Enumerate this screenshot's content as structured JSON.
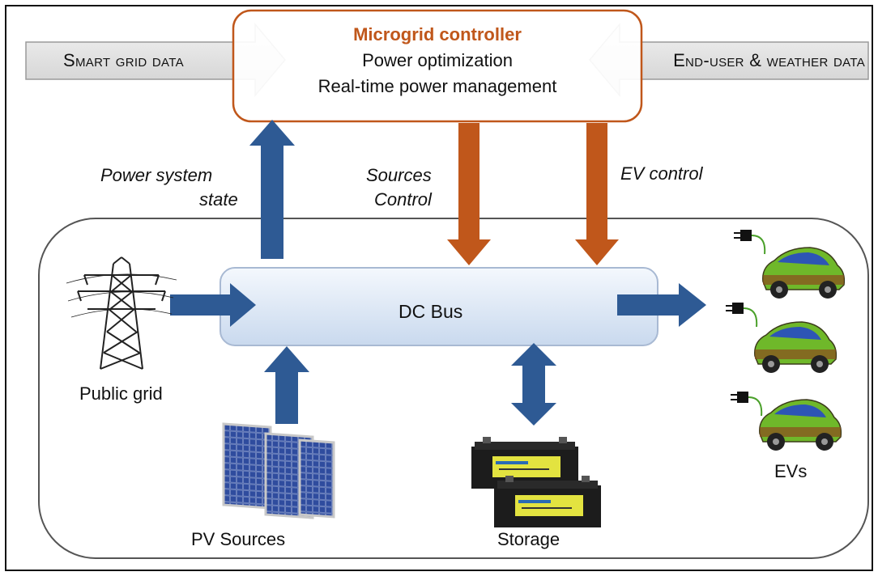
{
  "controller": {
    "title": "Microgrid controller",
    "line1": "Power optimization",
    "line2": "Real-time power management"
  },
  "inputs": {
    "left": "Smart grid data",
    "right": "End-user & weather data"
  },
  "flows": {
    "power_state_1": "Power system",
    "power_state_2": "state",
    "sources_control_1": "Sources",
    "sources_control_2": "Control",
    "ev_control": "EV control"
  },
  "bus": {
    "label": "DC Bus"
  },
  "components": {
    "public_grid": "Public grid",
    "pv_sources": "PV Sources",
    "storage": "Storage",
    "evs": "EVs"
  },
  "colors": {
    "orange": "#c0571b",
    "blue": "#2e5a94",
    "bus_fill": "#dfe9f6",
    "car_body": "#6fb82a"
  }
}
